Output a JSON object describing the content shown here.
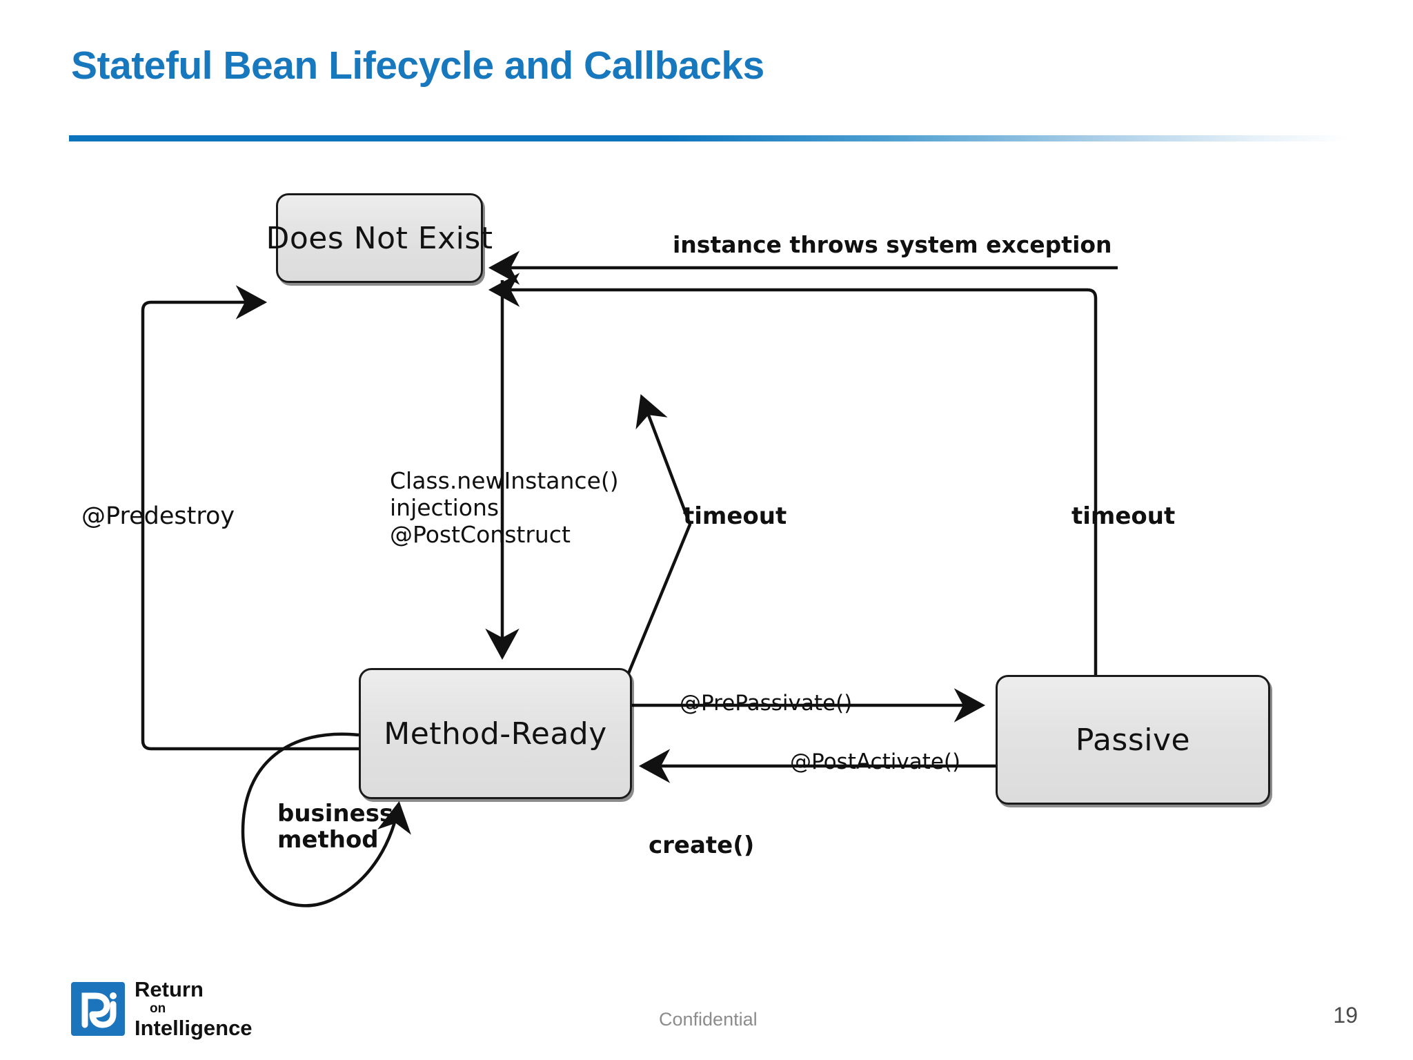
{
  "slide": {
    "title": "Stateful Bean Lifecycle and Callbacks",
    "accent_color": "#1878BE",
    "rule_color": "#0A73BC"
  },
  "diagram": {
    "type": "state-machine",
    "states": [
      {
        "id": "does-not-exist",
        "label": "Does Not  Exist"
      },
      {
        "id": "method-ready",
        "label": "Method-Ready"
      },
      {
        "id": "passive",
        "label": "Passive"
      }
    ],
    "transitions": [
      {
        "id": "predestroy",
        "from": "method-ready",
        "to": "does-not-exist",
        "label": "@Predestroy"
      },
      {
        "id": "create",
        "from": "does-not-exist",
        "to": "method-ready",
        "label": "Class.newInstance()\ninjections\n@PostConstruct"
      },
      {
        "id": "timeout-mid",
        "from": "method-ready",
        "to": "does-not-exist",
        "label": "timeout"
      },
      {
        "id": "timeout-right",
        "from": "passive",
        "to": "does-not-exist",
        "label": "timeout"
      },
      {
        "id": "exception",
        "from": "external",
        "to": "does-not-exist",
        "label": "instance throws system exception"
      },
      {
        "id": "prepassivate",
        "from": "method-ready",
        "to": "passive",
        "label": "@PrePassivate()"
      },
      {
        "id": "postactivate",
        "from": "passive",
        "to": "method-ready",
        "label": "@PostActivate()"
      },
      {
        "id": "business",
        "from": "method-ready",
        "to": "method-ready",
        "label": "business\nmethod"
      },
      {
        "id": "create-call",
        "from": "client",
        "to": "method-ready",
        "label": "create()"
      }
    ],
    "labels": {
      "predestroy": "@Predestroy",
      "create_flow": "Class.newInstance()\ninjections\n@PostConstruct",
      "timeout_mid": "timeout",
      "timeout_right": "timeout",
      "exception": "instance throws system exception",
      "prepassivate": "@PrePassivate()",
      "postactivate": "@PostActivate()",
      "business_method": "business\nmethod",
      "create": "create()"
    },
    "box_fill": "#E2E2E2",
    "stroke": "#1a1a1a"
  },
  "footer": {
    "logo_line1": "Return",
    "logo_line2": "on",
    "logo_line3": "Intelligence",
    "logo_color": "#1C74BC",
    "confidential": "Confidential",
    "page_number": "19"
  }
}
